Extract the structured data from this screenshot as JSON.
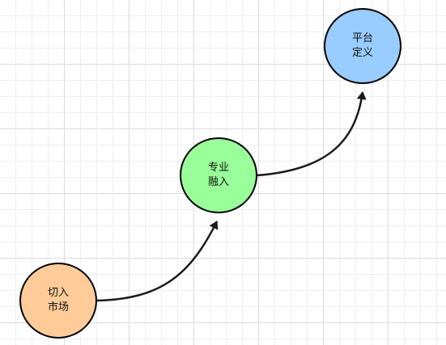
{
  "nodes": [
    {
      "line1": "切入",
      "line2": "市场",
      "fill": "#ffcc99"
    },
    {
      "line1": "专业",
      "line2": "融入",
      "fill": "#99ff99"
    },
    {
      "line1": "平台",
      "line2": "定义",
      "fill": "#99ccff"
    }
  ],
  "edges": [
    {
      "from": "切入市场",
      "to": "专业融入"
    },
    {
      "from": "专业融入",
      "to": "平台定义"
    }
  ],
  "colors": {
    "edge": "#1a1a1a",
    "node_border": "#000000",
    "grid": "#e0e0e0"
  }
}
